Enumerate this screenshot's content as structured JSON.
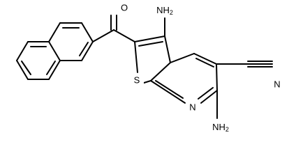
{
  "molecule": {
    "labels": {
      "carbonyl_oxygen": "O",
      "amino_top": "NH",
      "amino_top_sub": "2",
      "amino_bottom": "NH",
      "amino_bottom_sub": "2",
      "sulfur": "S",
      "ring_nitrogen": "N",
      "nitrile_nitrogen": "N"
    },
    "colors": {
      "bond": "#000000",
      "background": "#ffffff"
    }
  }
}
